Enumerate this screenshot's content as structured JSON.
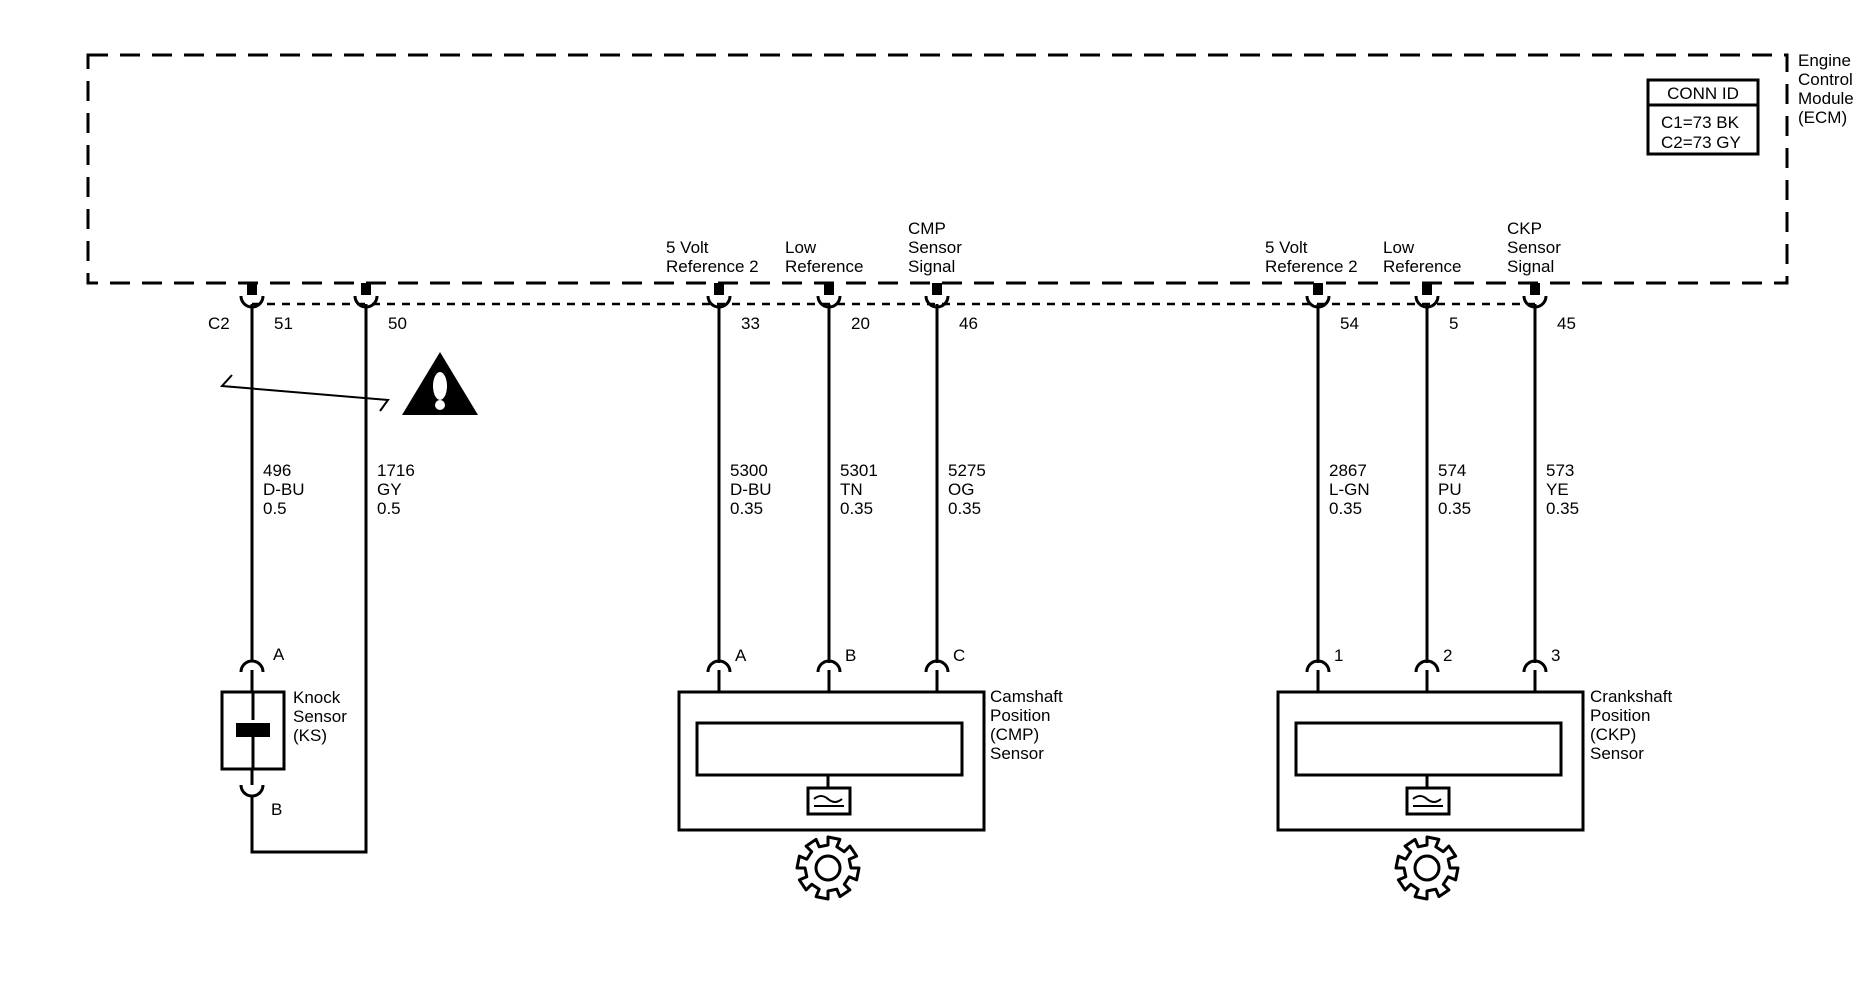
{
  "ecm": {
    "label": [
      "Engine",
      "Control",
      "Module",
      "(ECM)"
    ],
    "conn_id": {
      "title": "CONN ID",
      "lines": [
        "C1=73 BK",
        "C2=73 GY"
      ]
    },
    "connector": "C2"
  },
  "circuit_labels": {
    "cmp": [
      [
        "5 Volt",
        "Reference 2"
      ],
      [
        "Low",
        "Reference"
      ],
      [
        "CMP",
        "Sensor",
        "Signal"
      ]
    ],
    "ckp": [
      [
        "5 Volt",
        "Reference 2"
      ],
      [
        "Low",
        "Reference"
      ],
      [
        "CKP",
        "Sensor",
        "Signal"
      ]
    ]
  },
  "wires": [
    {
      "pin": "51",
      "circuit": "496",
      "color": "D-BU",
      "gauge": "0.5"
    },
    {
      "pin": "50",
      "circuit": "1716",
      "color": "GY",
      "gauge": "0.5"
    },
    {
      "pin": "33",
      "circuit": "5300",
      "color": "D-BU",
      "gauge": "0.35"
    },
    {
      "pin": "20",
      "circuit": "5301",
      "color": "TN",
      "gauge": "0.35"
    },
    {
      "pin": "46",
      "circuit": "5275",
      "color": "OG",
      "gauge": "0.35"
    },
    {
      "pin": "54",
      "circuit": "2867",
      "color": "L-GN",
      "gauge": "0.35"
    },
    {
      "pin": "5",
      "circuit": "574",
      "color": "PU",
      "gauge": "0.35"
    },
    {
      "pin": "45",
      "circuit": "573",
      "color": "YE",
      "gauge": "0.35"
    }
  ],
  "knock_sensor": {
    "label": [
      "Knock",
      "Sensor",
      "(KS)"
    ],
    "pins": [
      "A",
      "B"
    ]
  },
  "cmp_sensor": {
    "label": [
      "Camshaft",
      "Position",
      "(CMP)",
      "Sensor"
    ],
    "pins": [
      "A",
      "B",
      "C"
    ]
  },
  "ckp_sensor": {
    "label": [
      "Crankshaft",
      "Position",
      "(CKP)",
      "Sensor"
    ],
    "pins": [
      "1",
      "2",
      "3"
    ]
  },
  "icons": {
    "warning": "warning-triangle-icon",
    "gear": "gear-icon",
    "magnet": "magnet-icon",
    "wire_break": "wire-break-icon"
  }
}
